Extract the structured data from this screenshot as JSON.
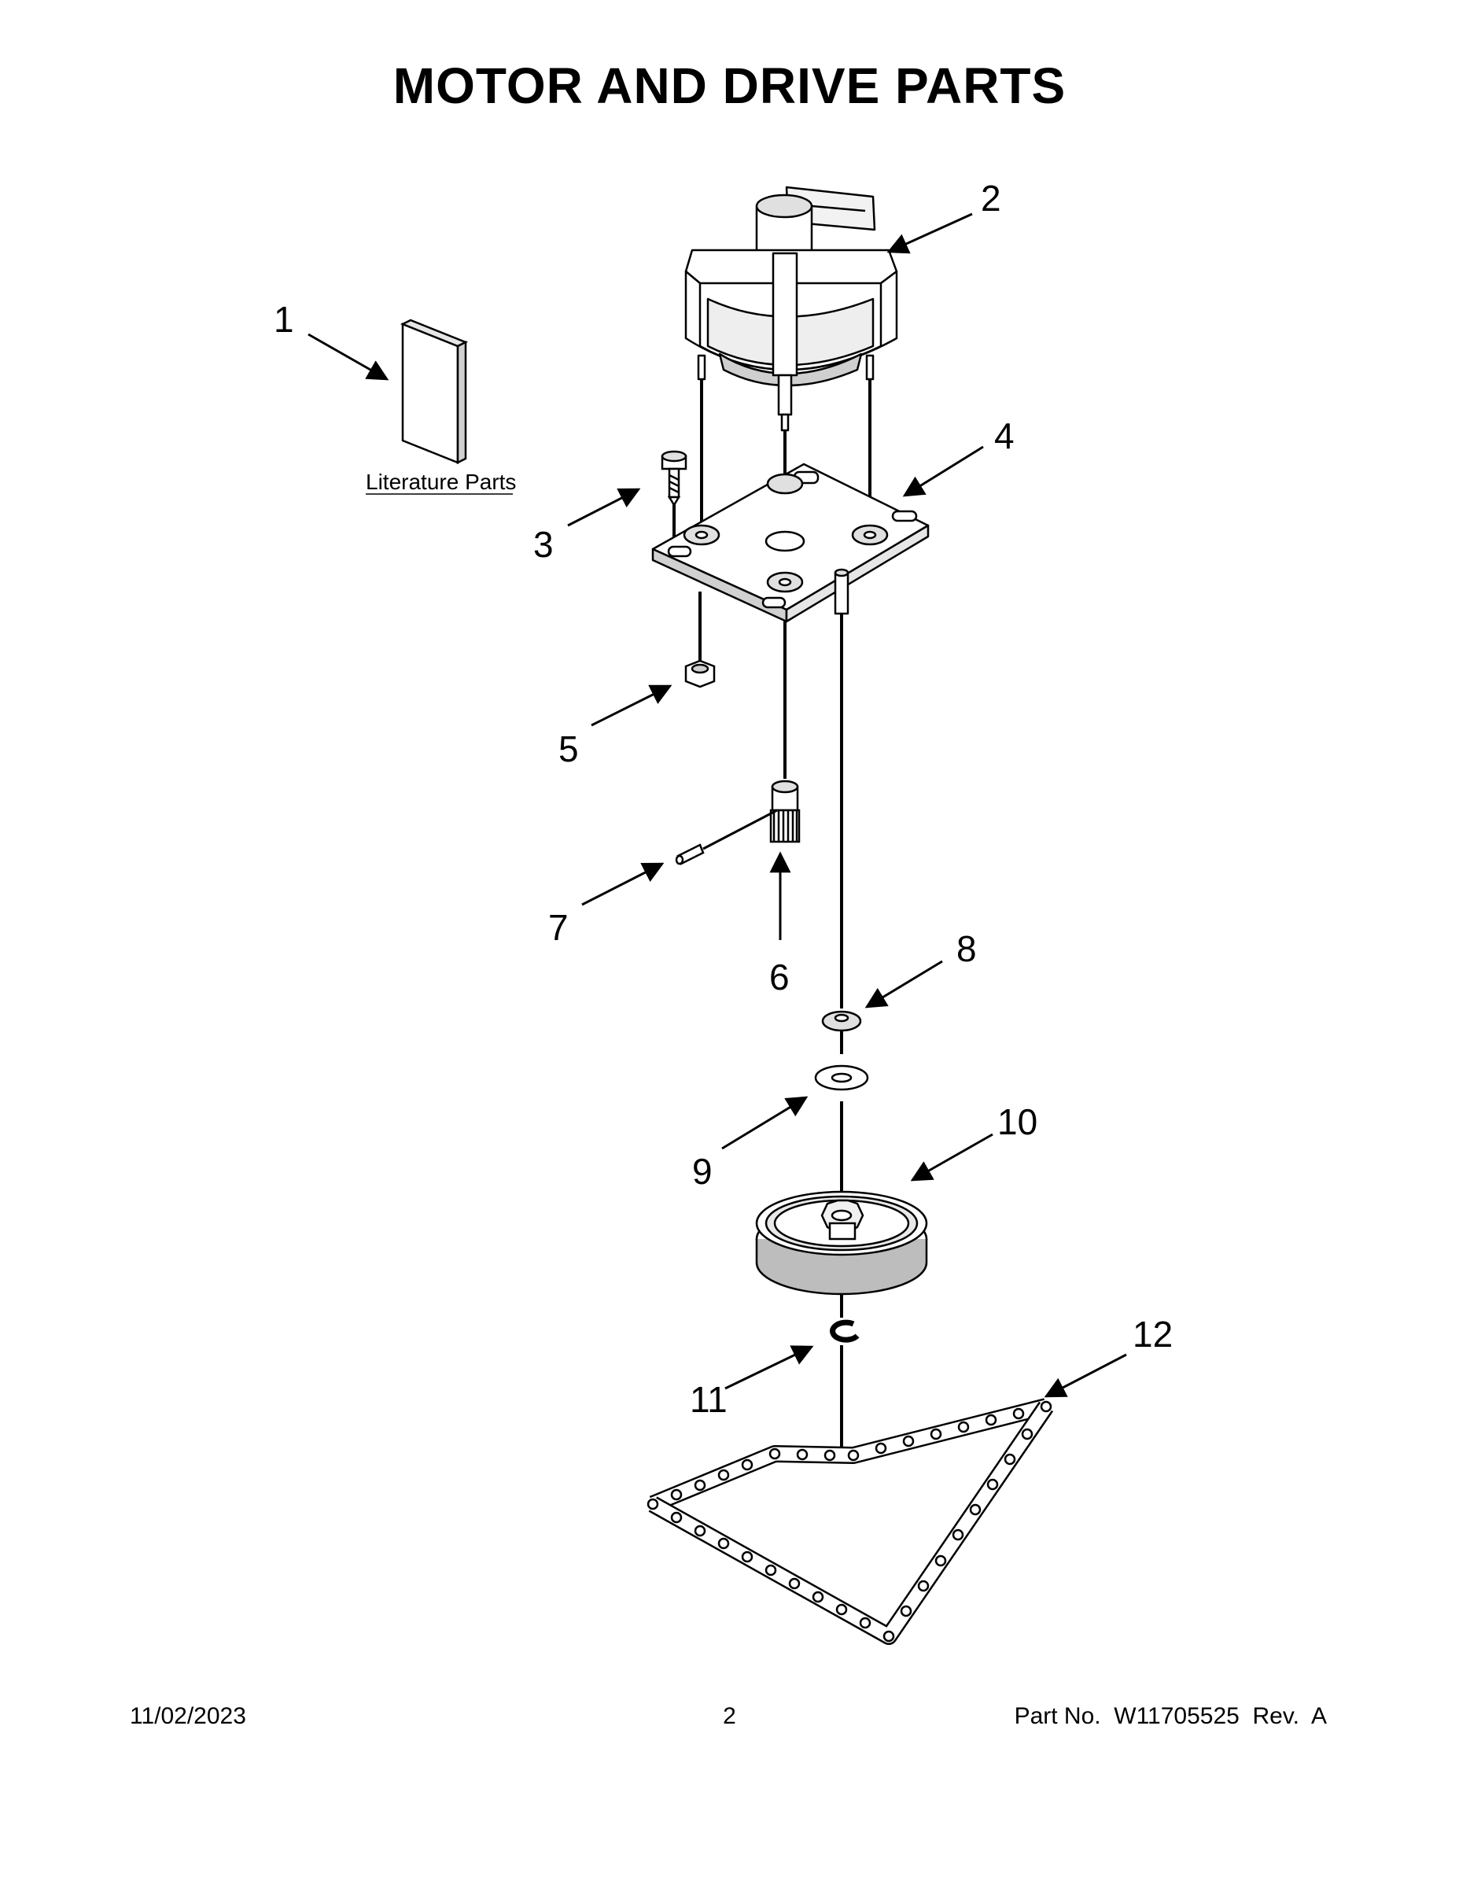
{
  "title": "MOTOR AND DRIVE PARTS",
  "literature_label": "Literature Parts",
  "callouts": {
    "c1": "1",
    "c2": "2",
    "c3": "3",
    "c4": "4",
    "c5": "5",
    "c6": "6",
    "c7": "7",
    "c8": "8",
    "c9": "9",
    "c10": "10",
    "c11": "11",
    "c12": "12"
  },
  "footer": {
    "date": "11/02/2023",
    "page": "2",
    "part": "Part No.  W11705525  Rev.  A"
  },
  "colors": {
    "line": "#000000",
    "background": "#ffffff",
    "shade": "#d9d9d9"
  }
}
